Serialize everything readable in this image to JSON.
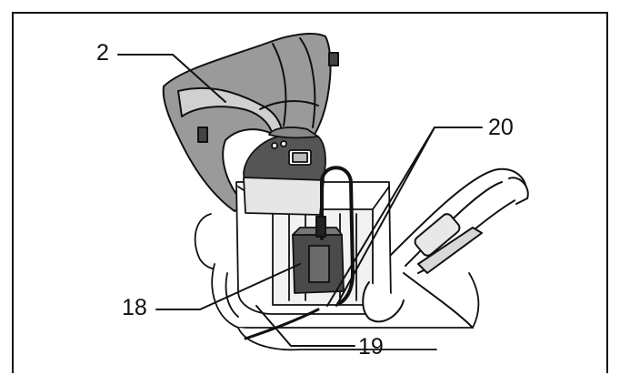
{
  "callouts": {
    "c2": "2",
    "c18": "18",
    "c19": "19",
    "c20": "20"
  }
}
